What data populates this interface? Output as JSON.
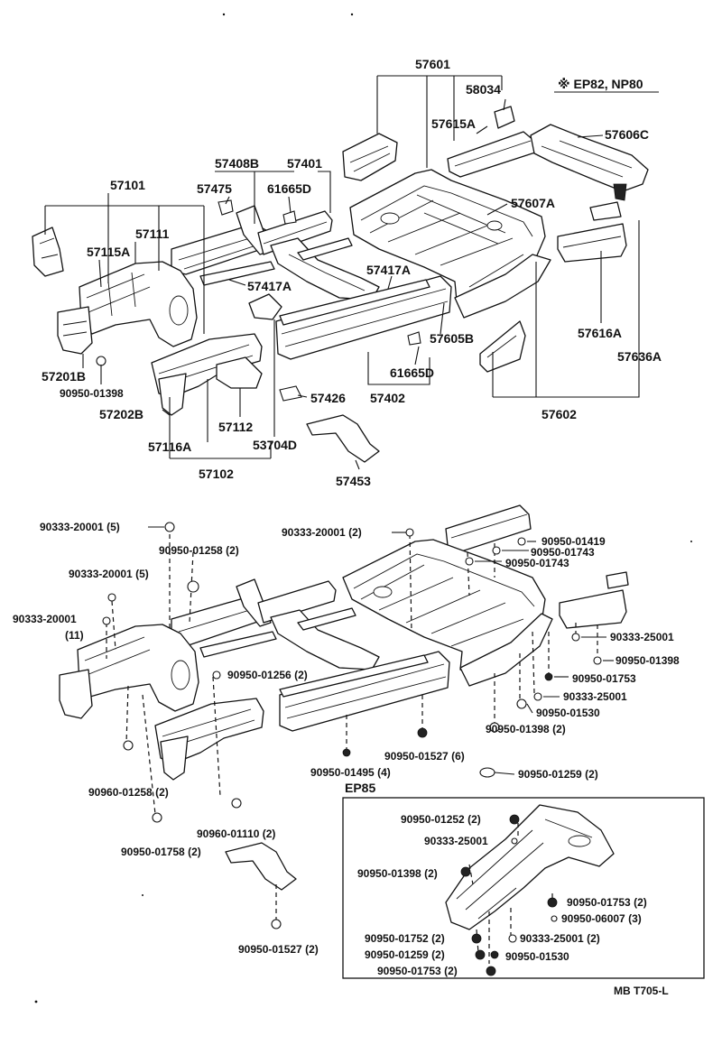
{
  "notes": {
    "models": "※ EP82, NP80",
    "variant_marker": "※",
    "ep85_box_title": "EP85",
    "figure_code": "MB T705-L"
  },
  "parts": {
    "p57601": "57601",
    "p58034": "58034",
    "p57615A": "57615A",
    "p57606C": "57606C",
    "p57607A": "57607A",
    "p57408B": "57408B",
    "p57401": "57401",
    "p57101": "57101",
    "p57475": "57475",
    "p61665D_top": "61665D",
    "p57111": "57111",
    "p57115A": "57115A",
    "p57417A_upper": "57417A",
    "p57417A_lower": "57417A",
    "p57605B": "57605B",
    "p57616A": "57616A",
    "p57636A": "57636A",
    "p57201B": "57201B",
    "p90950_01398_top": "90950-01398",
    "p61665D_mid": "61665D",
    "p57426": "57426",
    "p57402": "57402",
    "p57602": "57602",
    "p57202B": "57202B",
    "p57112": "57112",
    "p53704D": "53704D",
    "p57116A": "57116A",
    "p57102": "57102",
    "p57453": "57453"
  },
  "fasteners": {
    "f1": "90333-20001 (5)",
    "f2": "90950-01258 (2)",
    "f3": "90333-20001 (5)",
    "f4": "90333-20001",
    "f4b": "(11)",
    "f5": "90333-20001 (2)",
    "f6": "90950-01419",
    "f7": "90950-01743",
    "f8": "90950-01743",
    "f9": "90333-25001",
    "f10": "90950-01398",
    "f11": "90950-01256 (2)",
    "f12": "90950-01753",
    "f13": "90333-25001",
    "f14": "90950-01530",
    "f15": "90950-01398 (2)",
    "f16": "90950-01527 (6)",
    "f17": "90950-01495 (4)",
    "f18": "90950-01259 (2)",
    "f19": "90960-01258 (2)",
    "f20": "90960-01110 (2)",
    "f21": "90950-01758 (2)",
    "f22": "90950-01527 (2)"
  },
  "ep85": {
    "e1": "90950-01252 (2)",
    "e2": "90333-25001",
    "e3": "90950-01398 (2)",
    "e4": "90950-01753 (2)",
    "e5": "90950-06007 (3)",
    "e6": "90950-01752 (2)",
    "e7": "90333-25001 (2)",
    "e8": "90950-01259 (2)",
    "e9": "90950-01530",
    "e10": "90950-01753 (2)"
  }
}
